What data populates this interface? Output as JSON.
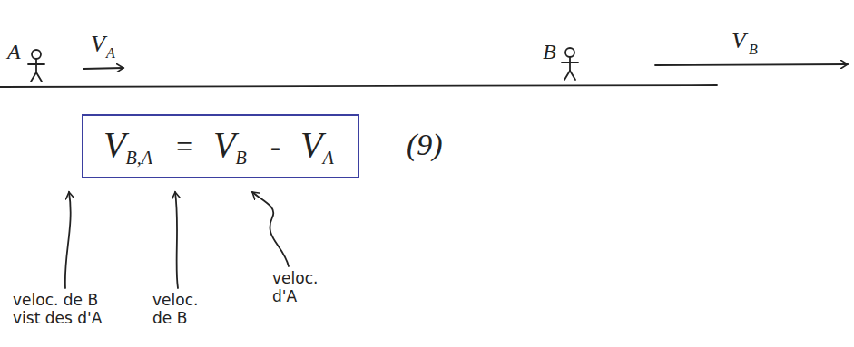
{
  "diagram": {
    "nodes": [
      {
        "text": [
          "V",
          "B,A",
          "=",
          "V",
          "B",
          "-",
          "V",
          "A"
        ]
      }
    ],
    "labels": [
      "A",
      "V",
      "A",
      "B",
      "V",
      "B",
      "(9)",
      "veloc. de B vist des d'A",
      "veloc. de B",
      "veloc. d'A"
    ]
  }
}
